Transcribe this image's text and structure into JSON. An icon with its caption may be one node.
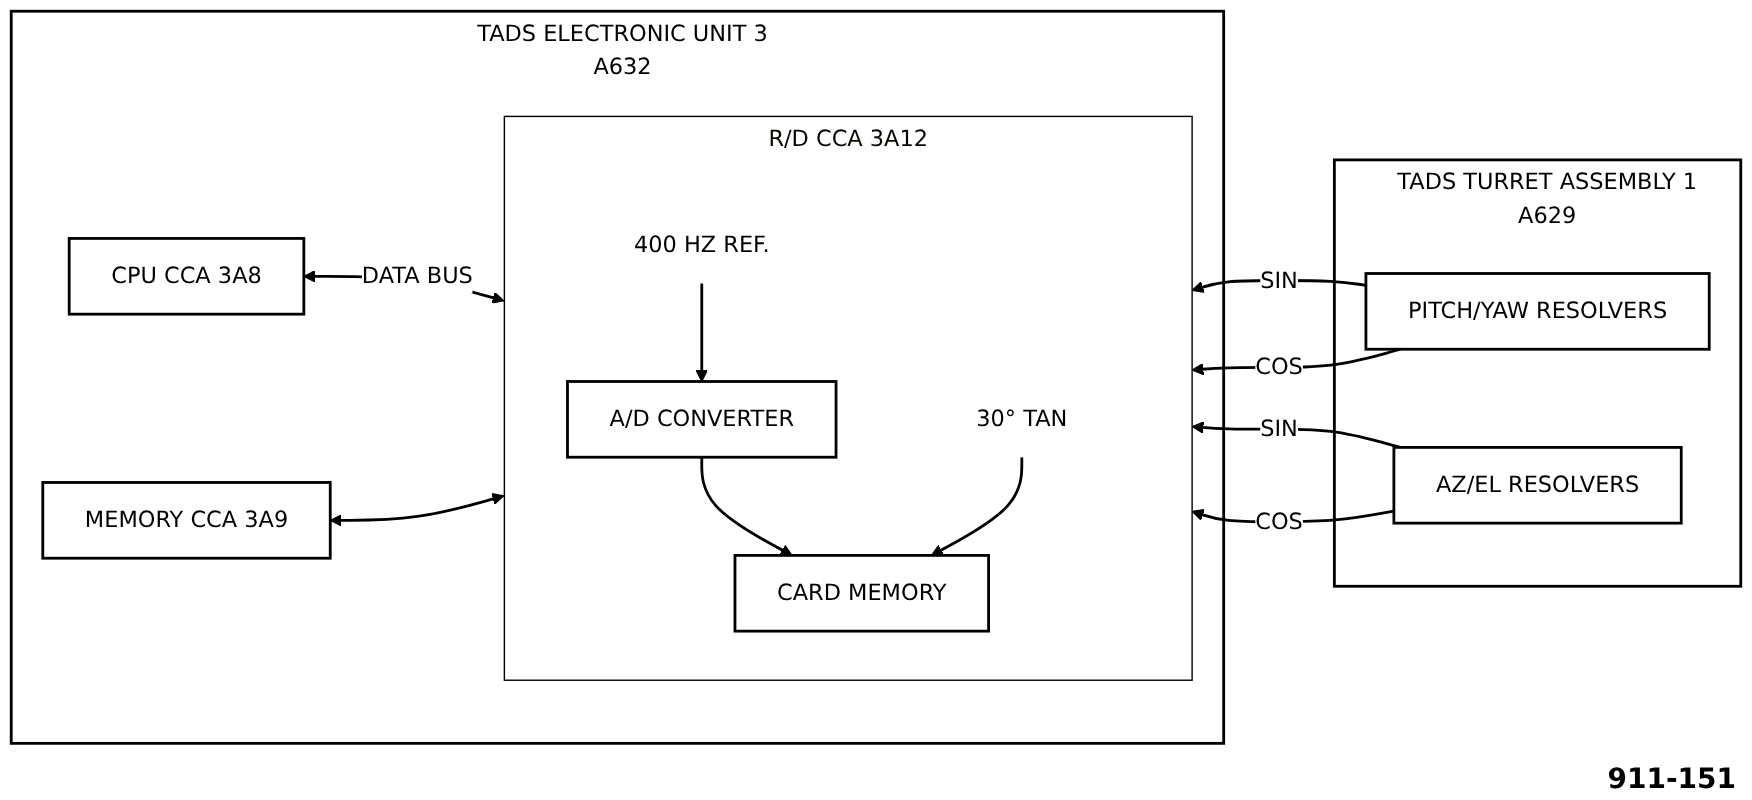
{
  "diagram": {
    "nodes": [
      {
        "text": [
          "TADS ELECTRONIC UNIT 3",
          "A632"
        ]
      },
      {
        "text": [
          "CPU CCA 3A8"
        ],
        "in": 0
      },
      {
        "text": [
          "MEMORY CCA 3A9"
        ],
        "in": 0
      },
      {
        "text": [
          "R/D CCA 3A12"
        ],
        "in": 0
      },
      {
        "text": [
          "400 HZ REF."
        ],
        "in": 3
      },
      {
        "text": [
          "A/D CONVERTER"
        ],
        "in": 3
      },
      {
        "text": [
          "30° TAN"
        ],
        "in": 3
      },
      {
        "text": [
          "CARD MEMORY"
        ],
        "in": 3
      },
      {
        "text": [
          "TADS TURRET ASSEMBLY 1",
          "A629"
        ]
      },
      {
        "text": [
          "PITCH/YAW RESOLVERS"
        ],
        "in": 8
      },
      {
        "text": [
          "AZ/EL RESOLVERS"
        ],
        "in": 8
      }
    ],
    "edges": [
      {
        "from": 1,
        "to": 3,
        "arrow": "both",
        "label": "DATA BUS"
      },
      {
        "from": 2,
        "to": 3,
        "arrow": "both"
      },
      {
        "from": 4,
        "to": 5,
        "arrow": "to"
      },
      {
        "from": 5,
        "to": 7,
        "arrow": "to"
      },
      {
        "from": 6,
        "to": 7,
        "arrow": "to"
      },
      {
        "from": 9,
        "to": 3,
        "arrow": "to",
        "label": "SIN"
      },
      {
        "from": 9,
        "to": 3,
        "arrow": "to",
        "label": "COS"
      },
      {
        "from": 10,
        "to": 3,
        "arrow": "to",
        "label": "SIN"
      },
      {
        "from": 10,
        "to": 3,
        "arrow": "to",
        "label": "COS"
      }
    ],
    "labels": [
      "911-151"
    ]
  }
}
